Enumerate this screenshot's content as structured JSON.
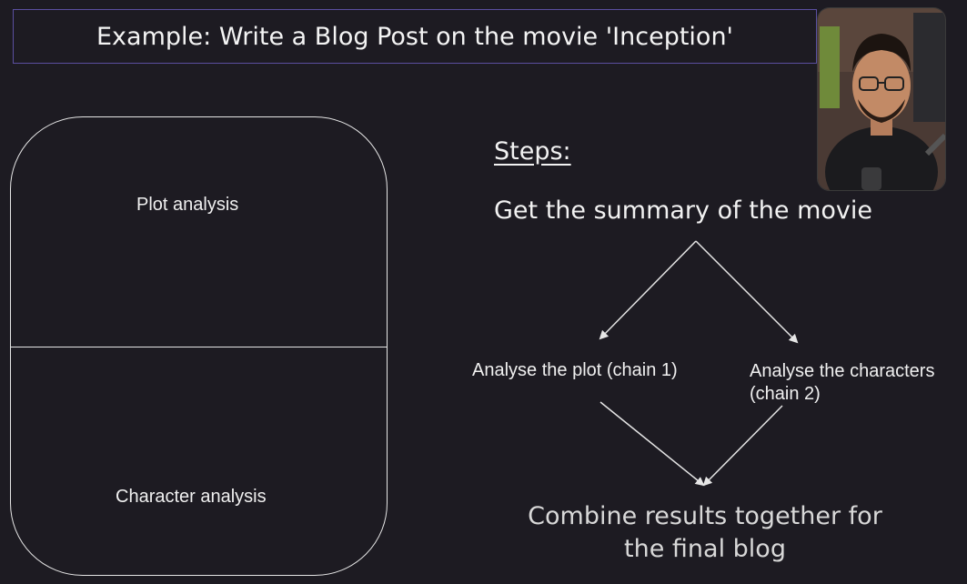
{
  "title": "Example: Write a Blog Post on the movie 'Inception'",
  "left_panel": {
    "top_label": "Plot analysis",
    "bottom_label": "Character analysis"
  },
  "steps": {
    "heading": "Steps:",
    "first_step": "Get the summary of the movie",
    "branch_left": "Analyse the plot (chain 1)",
    "branch_right_line1": "Analyse the characters",
    "branch_right_line2": "(chain 2)",
    "final_line1": "Combine results together for",
    "final_line2": "the final blog"
  },
  "colors": {
    "background": "#1d1b22",
    "title_border": "#5b4fa0",
    "line": "#e6e6e6"
  }
}
